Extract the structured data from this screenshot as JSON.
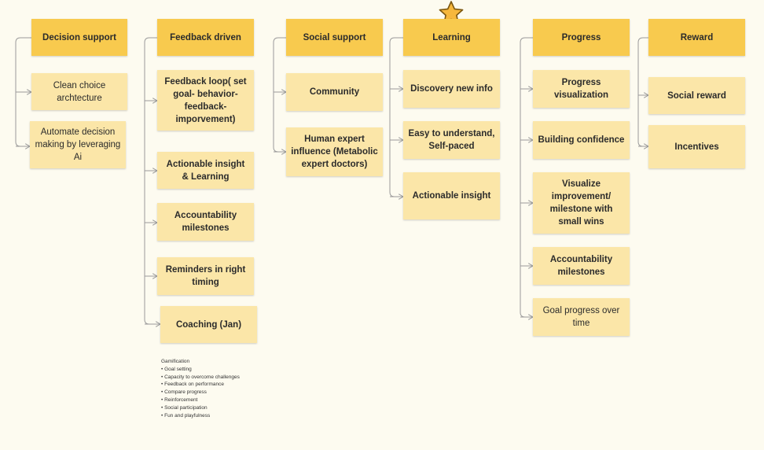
{
  "star": {
    "icon": "star-icon",
    "color": "#f6b73c"
  },
  "columns": [
    {
      "header": "Decision support",
      "items": [
        "Clean choice archtecture",
        "Automate decision making by leveraging Ai"
      ]
    },
    {
      "header": "Feedback driven",
      "items": [
        "Feedback loop( set goal- behavior-feedback- imporvement)",
        "Actionable insight & Learning",
        "Accountability milestones",
        "Reminders in right timing",
        "Coaching (Jan)"
      ]
    },
    {
      "header": "Social support",
      "items": [
        "Community",
        "Human expert influence (Metabolic expert doctors)"
      ]
    },
    {
      "header": "Learning",
      "items": [
        "Discovery new info",
        "Easy to understand, Self-paced",
        "Actionable insight"
      ]
    },
    {
      "header": "Progress",
      "items": [
        "Progress visualization",
        "Building confidence",
        "Visualize improvement/ milestone with small wins",
        "Accountability milestones",
        "Goal progress over time"
      ]
    },
    {
      "header": "Reward",
      "items": [
        "Social reward",
        "Incentives"
      ]
    }
  ],
  "gamification": {
    "title": "Gamification",
    "items": [
      "Goal setting",
      "Capacity to overcome challenges",
      "Feedback on performance",
      "Compare progress",
      "Reinforcement",
      "Social participation",
      "Fun and playfulness"
    ]
  },
  "colors": {
    "header": "#f8ca4e",
    "card": "#fbe6a8",
    "background": "#fdfbf0",
    "connector": "#9a9a9a"
  }
}
